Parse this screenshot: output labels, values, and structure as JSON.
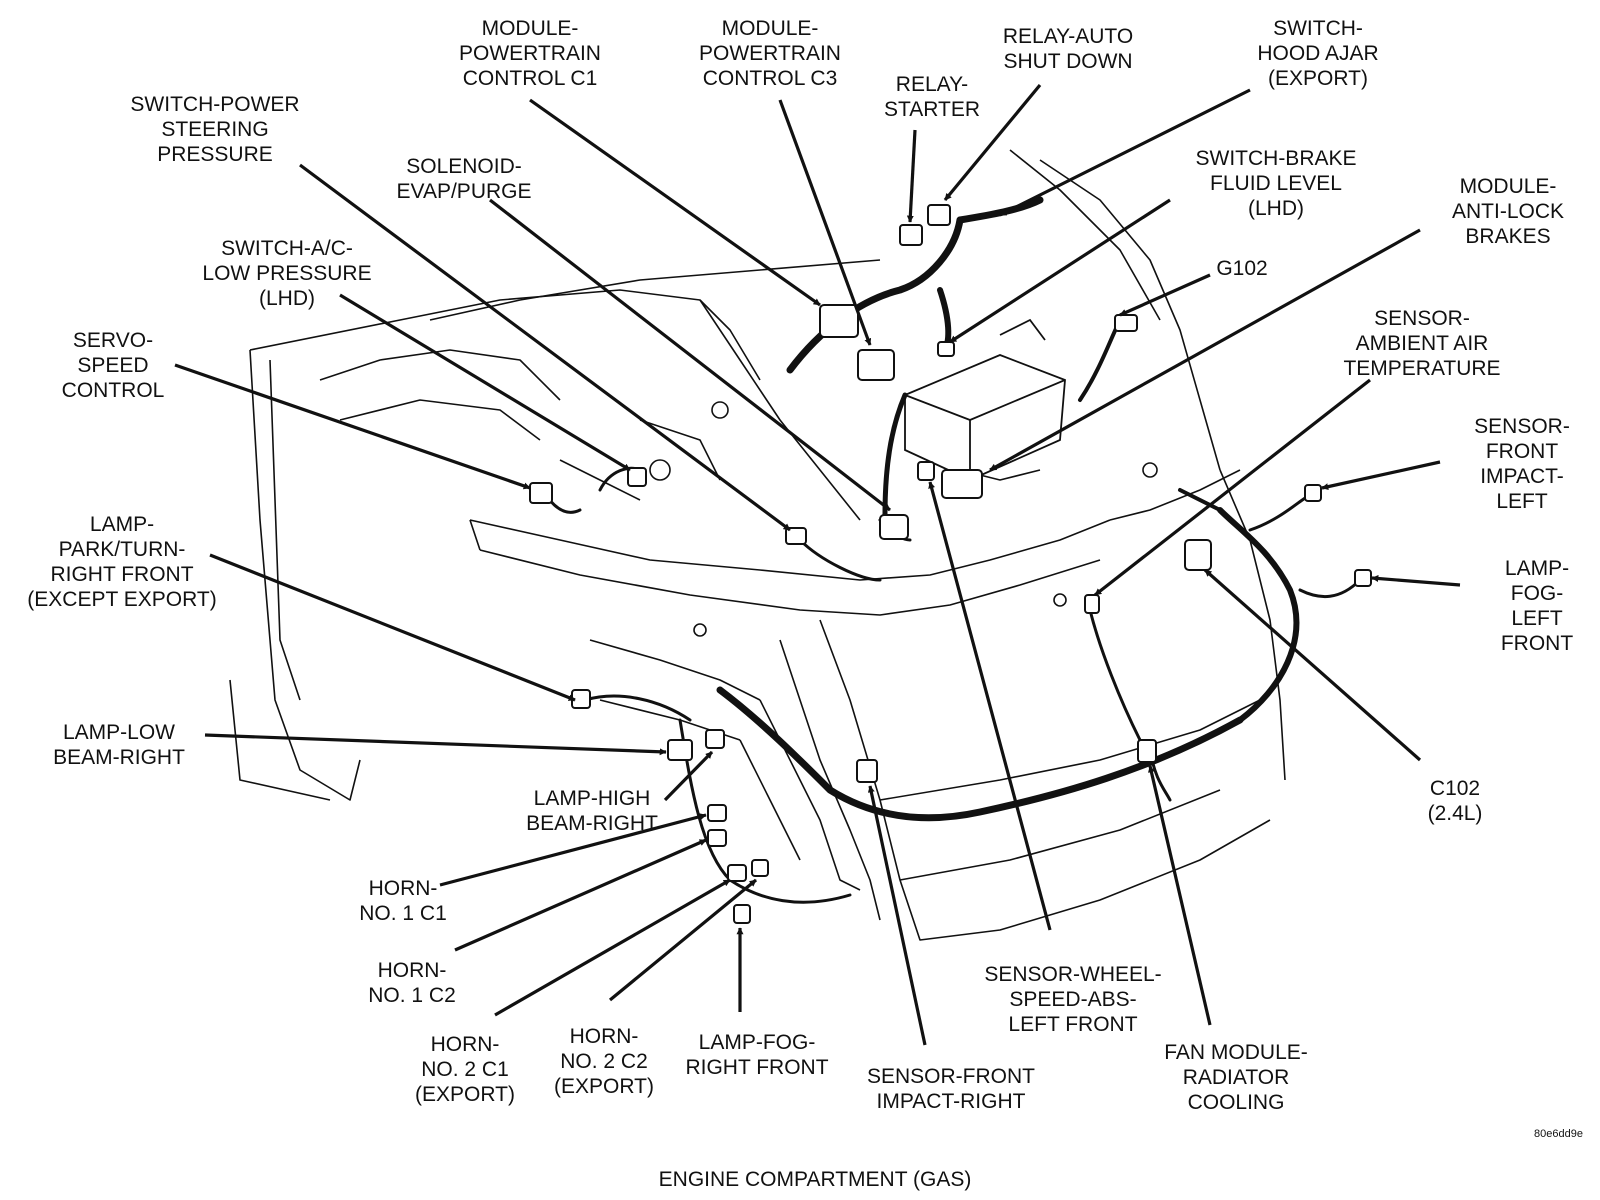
{
  "caption": "ENGINE COMPARTMENT (GAS)",
  "figure_code": "80e6dd9e",
  "colors": {
    "ink": "#111111",
    "background": "#ffffff"
  },
  "labels": [
    {
      "id": "module-pcm-c1",
      "lines": [
        "MODULE-",
        "POWERTRAIN",
        "CONTROL C1"
      ]
    },
    {
      "id": "module-pcm-c3",
      "lines": [
        "MODULE-",
        "POWERTRAIN",
        "CONTROL C3"
      ]
    },
    {
      "id": "relay-asd",
      "lines": [
        "RELAY-AUTO",
        "SHUT DOWN"
      ]
    },
    {
      "id": "switch-hood-ajar",
      "lines": [
        "SWITCH-",
        "HOOD AJAR",
        "(EXPORT)"
      ]
    },
    {
      "id": "relay-starter",
      "lines": [
        "RELAY-",
        "STARTER"
      ]
    },
    {
      "id": "switch-ps-pressure",
      "lines": [
        "SWITCH-POWER",
        "STEERING",
        "PRESSURE"
      ]
    },
    {
      "id": "solenoid-evap",
      "lines": [
        "SOLENOID-",
        "EVAP/PURGE"
      ]
    },
    {
      "id": "switch-brake-fluid",
      "lines": [
        "SWITCH-BRAKE",
        "FLUID LEVEL",
        "(LHD)"
      ]
    },
    {
      "id": "module-abs",
      "lines": [
        "MODULE-",
        "ANTI-LOCK",
        "BRAKES"
      ]
    },
    {
      "id": "switch-ac-low",
      "lines": [
        "SWITCH-A/C-",
        "LOW PRESSURE",
        "(LHD)"
      ]
    },
    {
      "id": "g102",
      "lines": [
        "G102"
      ]
    },
    {
      "id": "sensor-ambient",
      "lines": [
        "SENSOR-",
        "AMBIENT AIR",
        "TEMPERATURE"
      ]
    },
    {
      "id": "servo-speed",
      "lines": [
        "SERVO-",
        "SPEED",
        "CONTROL"
      ]
    },
    {
      "id": "sensor-front-impact-left",
      "lines": [
        "SENSOR-",
        "FRONT",
        "IMPACT-",
        "LEFT"
      ]
    },
    {
      "id": "lamp-park-turn",
      "lines": [
        "LAMP-",
        "PARK/TURN-",
        "RIGHT FRONT",
        "(EXCEPT EXPORT)"
      ]
    },
    {
      "id": "lamp-fog-left",
      "lines": [
        "LAMP-",
        "FOG-",
        "LEFT",
        "FRONT"
      ]
    },
    {
      "id": "lamp-low-beam",
      "lines": [
        "LAMP-LOW",
        "BEAM-RIGHT"
      ]
    },
    {
      "id": "lamp-high-beam",
      "lines": [
        "LAMP-HIGH",
        "BEAM-RIGHT"
      ]
    },
    {
      "id": "c102",
      "lines": [
        "C102",
        "(2.4L)"
      ]
    },
    {
      "id": "horn-1-c1",
      "lines": [
        "HORN-",
        "NO. 1 C1"
      ]
    },
    {
      "id": "horn-1-c2",
      "lines": [
        "HORN-",
        "NO. 1 C2"
      ]
    },
    {
      "id": "sensor-wheel-speed",
      "lines": [
        "SENSOR-WHEEL-",
        "SPEED-ABS-",
        "LEFT FRONT"
      ]
    },
    {
      "id": "horn-2-c1",
      "lines": [
        "HORN-",
        "NO. 2 C1",
        "(EXPORT)"
      ]
    },
    {
      "id": "horn-2-c2",
      "lines": [
        "HORN-",
        "NO. 2 C2",
        "(EXPORT)"
      ]
    },
    {
      "id": "lamp-fog-right",
      "lines": [
        "LAMP-FOG-",
        "RIGHT FRONT"
      ]
    },
    {
      "id": "sensor-front-impact-right",
      "lines": [
        "SENSOR-FRONT",
        "IMPACT-RIGHT"
      ]
    },
    {
      "id": "fan-module",
      "lines": [
        "FAN MODULE-",
        "RADIATOR",
        "COOLING"
      ]
    }
  ]
}
